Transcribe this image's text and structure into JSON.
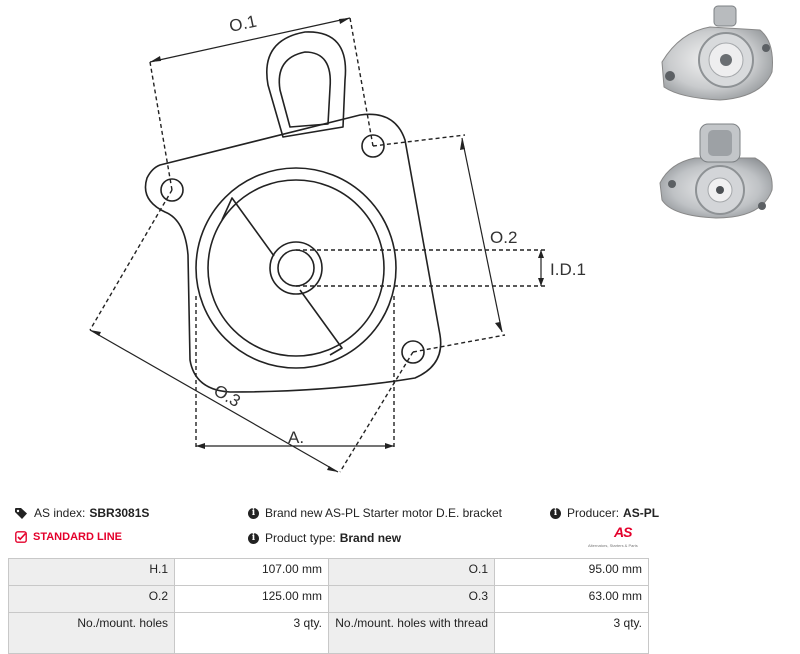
{
  "drawing": {
    "dimension_labels": {
      "o1": "O.1",
      "o2": "O.2",
      "o3": "O.3",
      "id1": "I.D.1",
      "a": "A."
    }
  },
  "thumbnails": [
    {
      "alt": "bracket-front-view"
    },
    {
      "alt": "bracket-rear-view"
    }
  ],
  "info": {
    "as_index_label": "AS index:",
    "as_index_value": "SBR3081S",
    "standard_line": "STANDARD LINE",
    "description": "Brand new AS-PL Starter motor D.E. bracket",
    "product_type_label": "Product type:",
    "product_type_value": "Brand new",
    "producer_label": "Producer:",
    "producer_value": "AS-PL",
    "logo_mark": "AS",
    "logo_sub": "Alternators, Starters & Parts"
  },
  "icons": {
    "tag": "tag-icon",
    "check": "checkbox-icon",
    "info": "info-icon"
  },
  "colors": {
    "accent_red": "#e4002b",
    "label_bg": "#eeeeee",
    "border": "#c8c8c8"
  },
  "table": {
    "rows": [
      {
        "l1": "H.1",
        "v1": "107.00 mm",
        "l2": "O.1",
        "v2": "95.00 mm"
      },
      {
        "l1": "O.2",
        "v1": "125.00 mm",
        "l2": "O.3",
        "v2": "63.00 mm"
      },
      {
        "l1": "No./mount. holes",
        "v1": "3 qty.",
        "l2": "No./mount. holes with thread",
        "v2": "3 qty."
      }
    ]
  }
}
